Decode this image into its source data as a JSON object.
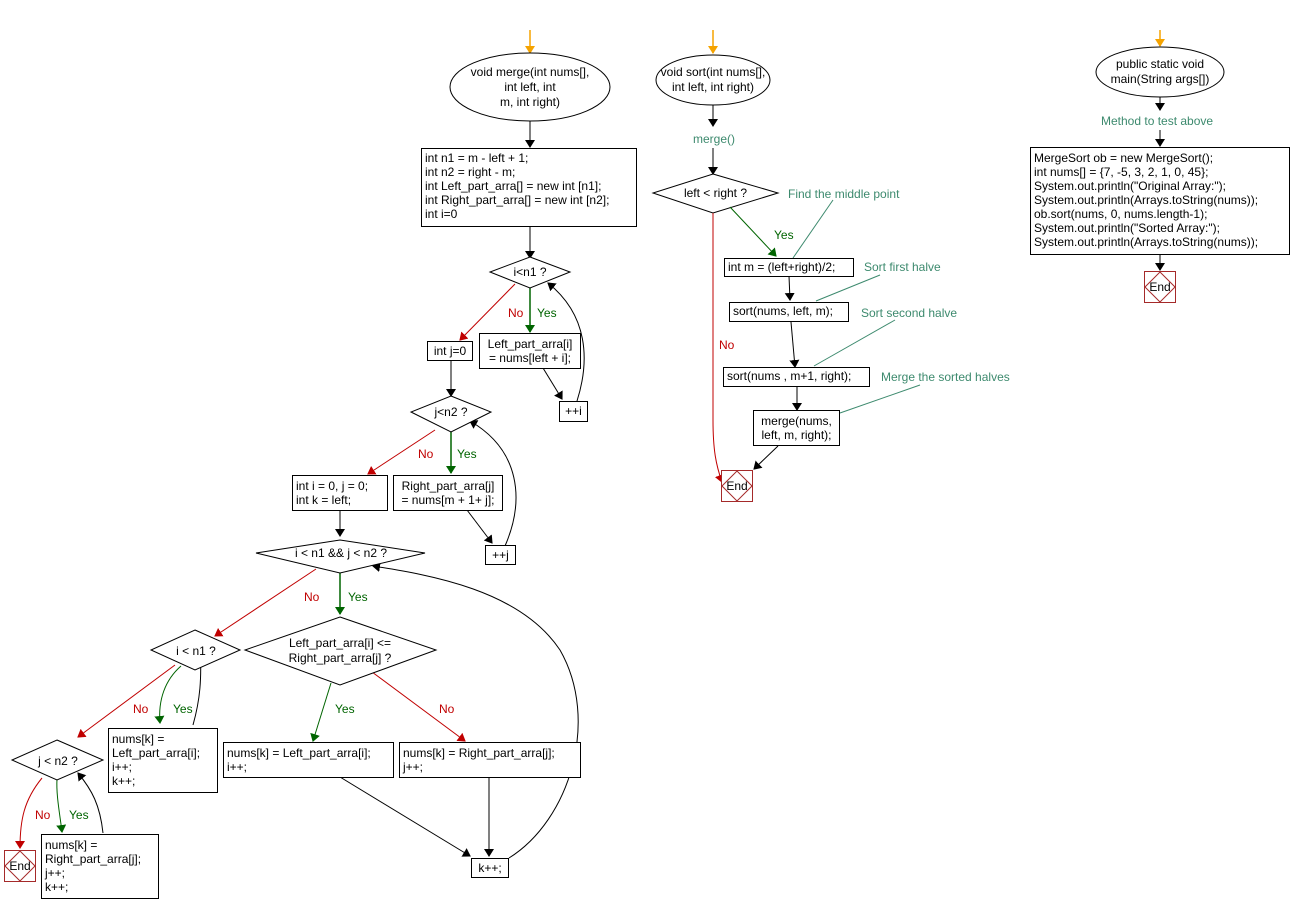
{
  "colors": {
    "start_arrow": "#f5a300",
    "yes": "#006400",
    "no": "#c00000",
    "note": "#3d8a6e",
    "end_border": "#a52a2a"
  },
  "labels": {
    "yes": "Yes",
    "no": "No",
    "end": "End"
  },
  "merge_flow": {
    "start": "void merge(int nums[],\nint left, int\nm, int right)",
    "init": "int n1 = m - left + 1;\nint n2 = right - m;\nint Left_part_arra[] = new int [n1];\nint Right_part_arra[] = new int [n2];\nint i=0",
    "cond_i_n1": "i<n1 ?",
    "left_assign": "Left_part_arra[i]\n= nums[left + i];",
    "inc_i": "++i",
    "init_j": "int j=0",
    "cond_j_n2": "j<n2 ?",
    "right_assign": "Right_part_arra[j]\n= nums[m + 1+ j];",
    "inc_j": "++j",
    "init_ijk": "int i = 0, j = 0;\nint k = left;",
    "cond_both": "i < n1 && j < n2 ?",
    "cond_compare": "Left_part_arra[i] <=\nRight_part_arra[j] ?",
    "take_left": "nums[k] = Left_part_arra[i];\ni++;",
    "take_right": "nums[k] = Right_part_arra[j];\nj++;",
    "inc_k": "k++;",
    "cond_rest_i": "i < n1 ?",
    "copy_rest_left": "nums[k] =\nLeft_part_arra[i];\ni++;\nk++;",
    "cond_rest_j": "j < n2 ?",
    "copy_rest_right": "nums[k] =\nRight_part_arra[j];\nj++;\nk++;"
  },
  "sort_flow": {
    "start": "void sort(int nums[],\nint left, int right)",
    "note_merge": "merge()",
    "cond": "left < right ?",
    "mid": "int m = (left+right)/2;",
    "sort_left": "sort(nums, left, m);",
    "sort_right": "sort(nums , m+1, right);",
    "merge_call": "merge(nums,\nleft, m, right);",
    "note_mid": "Find the middle point",
    "note_first": "Sort first halve",
    "note_second": "Sort second halve",
    "note_merge_halves": "Merge the sorted halves"
  },
  "main_flow": {
    "start": "public static void\nmain(String args[])",
    "note": "Method to test above",
    "body": "MergeSort ob = new MergeSort();\nint nums[] = {7, -5, 3, 2, 1, 0, 45};\nSystem.out.println(\"Original Array:\");\nSystem.out.println(Arrays.toString(nums));\nob.sort(nums, 0, nums.length-1);\nSystem.out.println(\"Sorted Array:\");\nSystem.out.println(Arrays.toString(nums));"
  }
}
